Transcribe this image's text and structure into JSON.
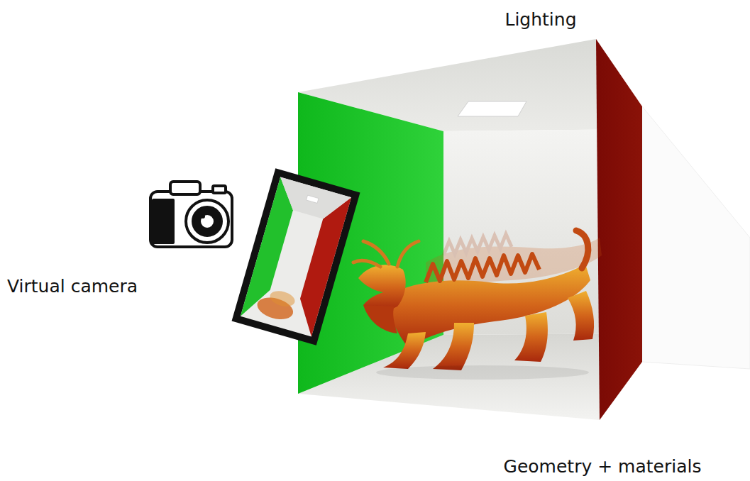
{
  "diagram": {
    "labels": [
      "Lighting",
      "Virtual camera",
      "Geometry + materials"
    ]
  }
}
